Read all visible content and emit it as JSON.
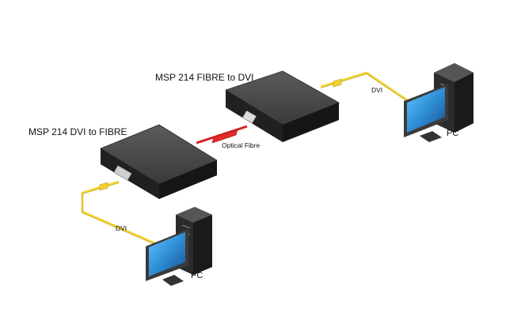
{
  "labels": {
    "receiver_title": "MSP 214  FIBRE to DVI",
    "transmitter_title": "MSP 214 DVI to FIBRE",
    "optical_fibre": "Optical Fibre",
    "dvi_left": "DVI",
    "dvi_right": "DVI",
    "pc_left": "PC",
    "pc_right": "PC"
  },
  "colors": {
    "background": "#ffffff",
    "box_top": "#4f4f4f",
    "box_front": "#202020",
    "box_side": "#161616",
    "dvi_cable": "#f2d22e",
    "fibre_cable": "#d61f1f",
    "monitor_frame": "#3a3a3a",
    "screen": "#2f8fd6",
    "pc_case": "#2b2b2b"
  }
}
